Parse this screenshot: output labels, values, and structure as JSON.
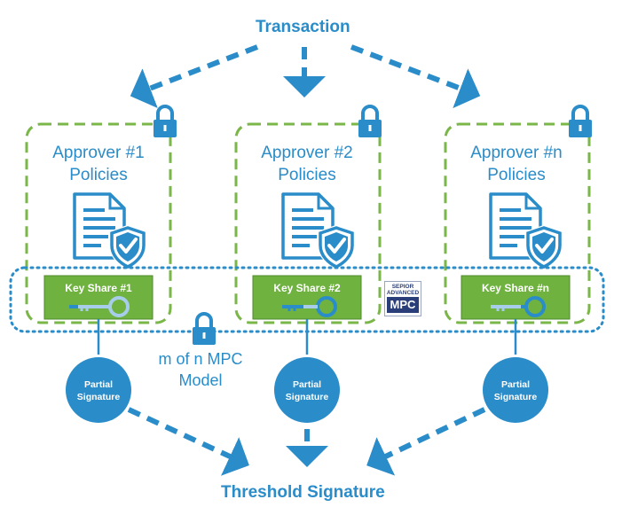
{
  "top_label": "Transaction",
  "bottom_label": "Threshold Signature",
  "approvers": [
    {
      "title": "Approver #1",
      "subtitle": "Policies",
      "key_share": "Key Share  #1",
      "partial_line1": "Partial",
      "partial_line2": "Signature"
    },
    {
      "title": "Approver #2",
      "subtitle": "Policies",
      "key_share": "Key Share  #2",
      "partial_line1": "Partial",
      "partial_line2": "Signature"
    },
    {
      "title": "Approver #n",
      "subtitle": "Policies",
      "key_share": "Key Share  #n",
      "partial_line1": "Partial",
      "partial_line2": "Signature"
    }
  ],
  "model": {
    "line1": "m of n MPC",
    "line2": "Model"
  },
  "logo": {
    "line1": "SEPIOR",
    "line2": "ADVANCED",
    "line3": "MPC"
  },
  "colors": {
    "blue": "#2a8cc8",
    "green": "#7ab648",
    "key_fill": "#6fb23f",
    "lock": "#2a8cc8"
  },
  "icons": [
    "lock-icon",
    "document-icon",
    "shield-check-icon",
    "key-icon",
    "arrow-icon"
  ]
}
